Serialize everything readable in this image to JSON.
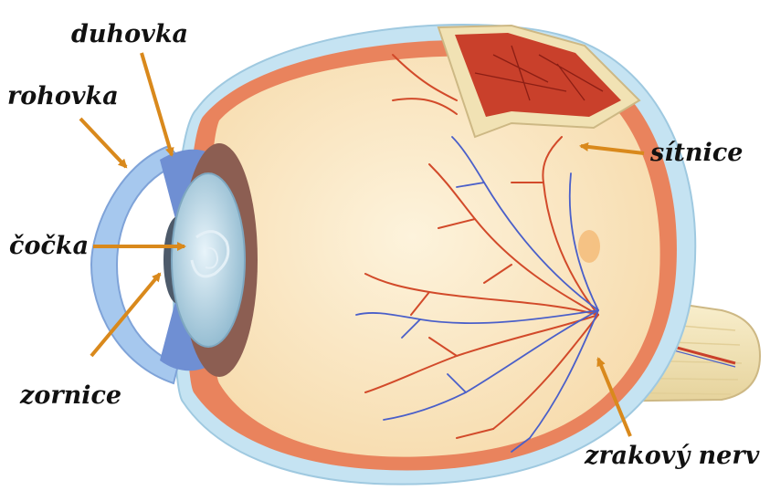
{
  "labels": {
    "duhovka": "duhovka",
    "rohovka": "rohovka",
    "cocka": "čočka",
    "zornice": "zornice",
    "sitnice": "sítnice",
    "zrakovy_nerv": "zrakový nerv"
  },
  "colors": {
    "arrow": "#d9891c",
    "sclera_outer": "#b9dcef",
    "choroid": "#e9835d",
    "vitreous": "#fbe9c9",
    "cornea": "#c9e6f3",
    "iris": "#6f8fd3",
    "lens": "#b7d7e8",
    "retina_cut": "#f1e2b4",
    "retina_red": "#c9402b",
    "artery": "#d24a2a",
    "vein": "#4a5fc9",
    "nerve": "#f7ecc5"
  }
}
